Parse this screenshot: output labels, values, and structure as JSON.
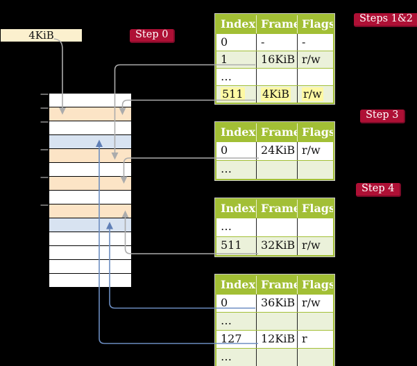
{
  "page_size_label": "4KiB",
  "badges": {
    "step0": "Step 0",
    "steps12": "Steps 1&2",
    "step3": "Step 3",
    "step4": "Step 4"
  },
  "memory_stack": {
    "rows": [
      "white",
      "peach",
      "white",
      "blue",
      "peach",
      "white",
      "peach",
      "white",
      "peach",
      "blue",
      "white",
      "white",
      "white",
      "white"
    ]
  },
  "tables": [
    {
      "step": "Steps 1&2",
      "headers": [
        "Index",
        "Frame",
        "Flags"
      ],
      "rows": [
        {
          "cells": [
            "0",
            "-",
            "-"
          ]
        },
        {
          "cells": [
            "1",
            "16KiB",
            "r/w"
          ]
        },
        {
          "cells": [
            "…",
            "",
            ""
          ]
        },
        {
          "cells": [
            "511",
            "4KiB",
            "r/w"
          ],
          "highlight": true
        }
      ]
    },
    {
      "step": "Step 3",
      "headers": [
        "Index",
        "Frame",
        "Flags"
      ],
      "rows": [
        {
          "cells": [
            "0",
            "24KiB",
            "r/w"
          ]
        },
        {
          "cells": [
            "…",
            "",
            ""
          ]
        }
      ]
    },
    {
      "step": "Step 4",
      "headers": [
        "Index",
        "Frame",
        "Flags"
      ],
      "rows": [
        {
          "cells": [
            "…",
            "",
            ""
          ]
        },
        {
          "cells": [
            "511",
            "32KiB",
            "r/w"
          ]
        }
      ]
    },
    {
      "step": "",
      "headers": [
        "Index",
        "Frame",
        "Flags"
      ],
      "rows": [
        {
          "cells": [
            "0",
            "36KiB",
            "r/w"
          ]
        },
        {
          "cells": [
            "…",
            "",
            ""
          ]
        },
        {
          "cells": [
            "127",
            "12KiB",
            "r"
          ]
        },
        {
          "cells": [
            "…",
            "",
            ""
          ]
        }
      ]
    }
  ],
  "colors": {
    "badge_red": "#AE1035",
    "badge_red_dark": "#7B0A28",
    "olive": "#A2BF35",
    "row_green": "#EBF1DA",
    "yellow": "#FEF9A3",
    "peach": "#FCE4C6",
    "mem_blue": "#D8E3F1",
    "cream": "#FBF0CE",
    "arrow_gray": "#ACACAC",
    "arrow_blue": "#6C8DC1"
  }
}
